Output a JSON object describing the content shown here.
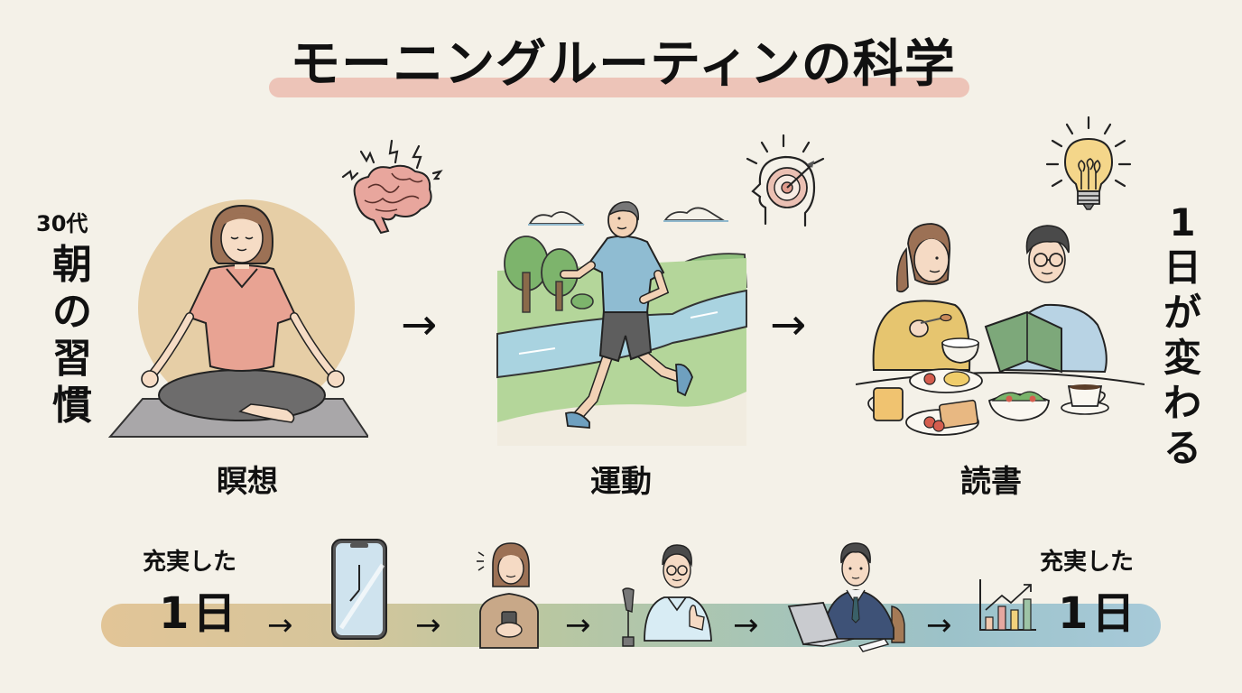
{
  "title": "モーニングルーティンの科学",
  "left_heading": {
    "subtitle": "30代",
    "vertical_chars": [
      "朝",
      "の",
      "習",
      "慣"
    ]
  },
  "right_heading": {
    "vertical_chars": [
      "1",
      "日",
      "が",
      "変",
      "わ",
      "る"
    ]
  },
  "steps": [
    {
      "label": "瞑想",
      "illustration": "meditating-woman",
      "accent_icon": "brain-icon"
    },
    {
      "label": "運動",
      "illustration": "jogging-man-riverside",
      "accent_icon": "target-head-icon"
    },
    {
      "label": "読書",
      "illustration": "couple-breakfast-reading",
      "accent_icon": "lightbulb-icon"
    }
  ],
  "arrows": {
    "main": "→",
    "small": "→"
  },
  "timeline": {
    "start": {
      "line1": "充実した",
      "line2": "1日"
    },
    "end": {
      "line1": "充実した",
      "line2": "1日"
    },
    "stages": [
      {
        "icon": "smartphone-clock-icon"
      },
      {
        "icon": "woman-with-phone"
      },
      {
        "icon": "man-thumbs-up"
      },
      {
        "icon": "businessman-laptop"
      },
      {
        "icon": "growth-chart-icon"
      }
    ]
  },
  "colors": {
    "background": "#f4f1e8",
    "title_highlight": "#ecbfb2",
    "meditation_circle": "#e3c89a",
    "band_start": "#e2c597",
    "band_mid": "#b9c7a1",
    "band_end": "#a7cad9"
  }
}
